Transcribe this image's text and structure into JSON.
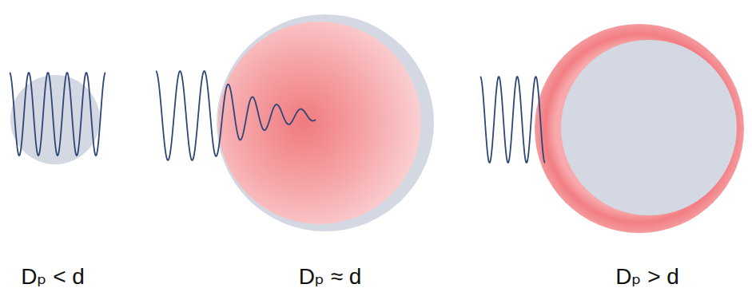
{
  "diagram": {
    "labels": [
      "Dₚ < d",
      "Dₚ ≈ d",
      "Dₚ > d"
    ]
  }
}
